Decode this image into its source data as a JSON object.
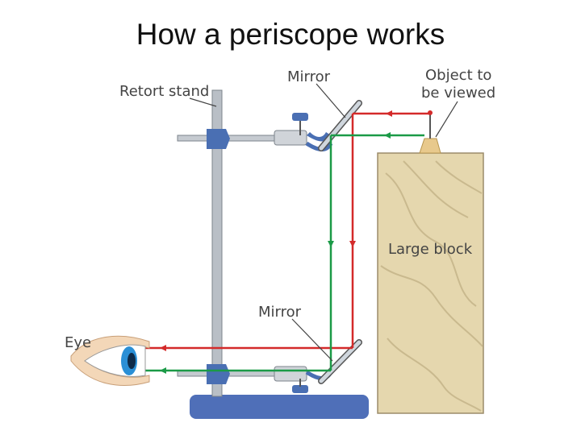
{
  "title": "How a periscope works",
  "labels": {
    "retort_stand": "Retort stand",
    "mirror_top": "Mirror",
    "object_line1": "Object to",
    "object_line2": "be viewed",
    "large_block": "Large block",
    "mirror_bottom": "Mirror",
    "eye": "Eye"
  },
  "colors": {
    "ray_red": "#d42a2a",
    "ray_green": "#1b9a47",
    "stand": "#b9bfc6",
    "clamp": "#4a6fb3",
    "base": "#4f6fb8",
    "block": "#e5d7ae",
    "object": "#e8c98c"
  }
}
